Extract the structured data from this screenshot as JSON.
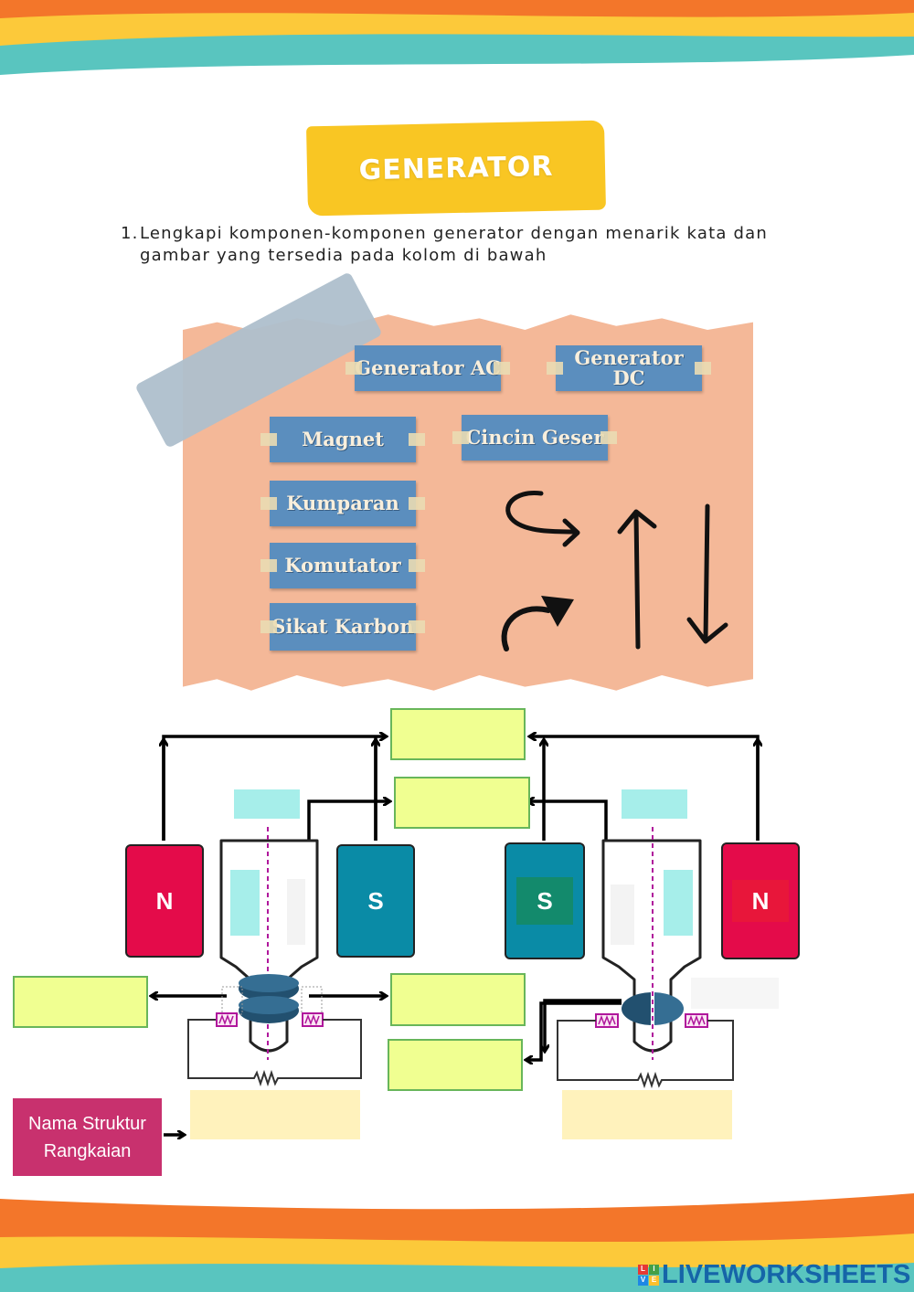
{
  "title": "GENERATOR",
  "instruction": {
    "number": "1.",
    "text": "Lengkapi komponen-komponen generator dengan menarik kata dan gambar yang tersedia pada kolom di bawah"
  },
  "word_bank": [
    "Generator AC",
    "Generator DC",
    "Magnet",
    "Cincin Geser",
    "Kumparan",
    "Komutator",
    "Sikat Karbon"
  ],
  "symbol_bank": [
    "curved-arrow-right-icon",
    "arrow-up-icon",
    "arrow-down-icon",
    "rotate-arrow-icon"
  ],
  "magnets": {
    "left_north": "N",
    "left_south": "S",
    "right_south": "S",
    "right_north": "N"
  },
  "structure_label": "Nama Struktur Rangkaian",
  "brand": {
    "name": "LIVEWORKSHEETS",
    "logo_letters": [
      "L",
      "I",
      "V",
      "E"
    ]
  },
  "colors": {
    "banner": "#f9c623",
    "chip": "#5b8ebe",
    "paper": "#f4b898",
    "drop_zone": "#f0ff91",
    "magnet_north": "#e40b4a",
    "magnet_south": "#0a8ba6",
    "label_box": "#c8316e"
  }
}
